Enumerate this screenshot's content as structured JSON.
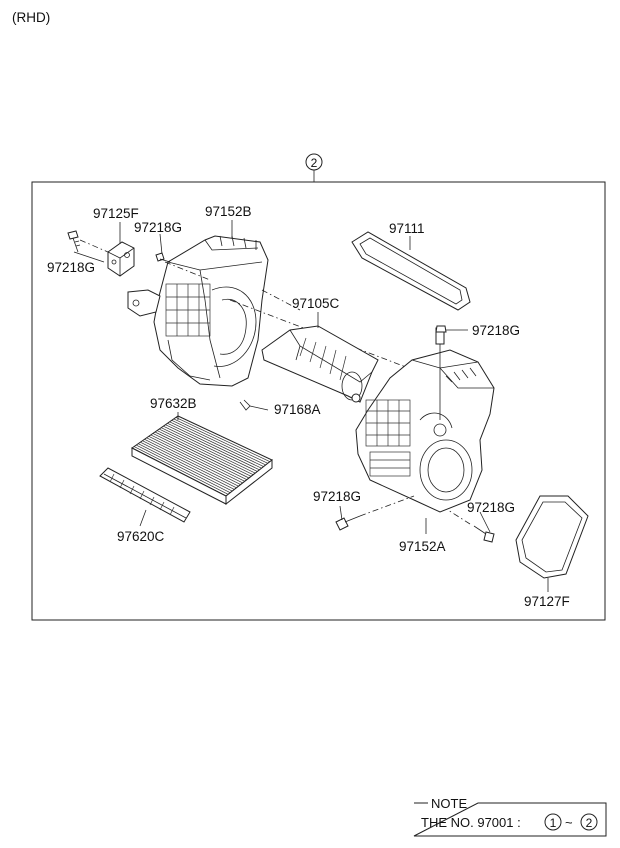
{
  "header": {
    "variant": "(RHD)"
  },
  "assembly_ref": "2",
  "parts": {
    "p97125F": "97125F",
    "p97218G_a": "97218G",
    "p97218G_b": "97218G",
    "p97152B": "97152B",
    "p97111": "97111",
    "p97105C": "97105C",
    "p97218G_c": "97218G",
    "p97632B": "97632B",
    "p97168A": "97168A",
    "p97620C": "97620C",
    "p97218G_d": "97218G",
    "p97218G_e": "97218G",
    "p97152A": "97152A",
    "p97127F": "97127F"
  },
  "note": {
    "heading": "NOTE",
    "text": "THE NO. 97001  :",
    "range_start": "1",
    "range_sep": "~",
    "range_end": "2"
  }
}
